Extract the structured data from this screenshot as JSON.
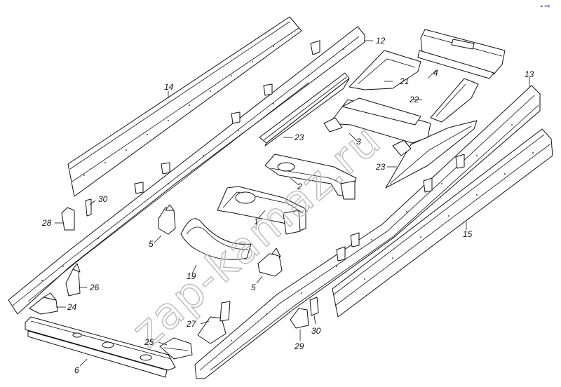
{
  "diagram": {
    "watermark": "zap-kamaz.ru",
    "corner_mark": "▲ zap",
    "callouts": [
      {
        "id": "c1",
        "label": "1"
      },
      {
        "id": "c2",
        "label": "2"
      },
      {
        "id": "c3",
        "label": "3"
      },
      {
        "id": "c4",
        "label": "4"
      },
      {
        "id": "c5a",
        "label": "5"
      },
      {
        "id": "c5b",
        "label": "5"
      },
      {
        "id": "c6",
        "label": "6"
      },
      {
        "id": "c12",
        "label": "12"
      },
      {
        "id": "c13",
        "label": "13"
      },
      {
        "id": "c14",
        "label": "14"
      },
      {
        "id": "c15",
        "label": "15"
      },
      {
        "id": "c19",
        "label": "19"
      },
      {
        "id": "c21",
        "label": "21"
      },
      {
        "id": "c22",
        "label": "22"
      },
      {
        "id": "c23a",
        "label": "23"
      },
      {
        "id": "c23b",
        "label": "23"
      },
      {
        "id": "c24",
        "label": "24"
      },
      {
        "id": "c25",
        "label": "25"
      },
      {
        "id": "c26",
        "label": "26"
      },
      {
        "id": "c27",
        "label": "27"
      },
      {
        "id": "c28",
        "label": "28"
      },
      {
        "id": "c29",
        "label": "29"
      },
      {
        "id": "c30a",
        "label": "30"
      },
      {
        "id": "c30b",
        "label": "30"
      }
    ]
  }
}
